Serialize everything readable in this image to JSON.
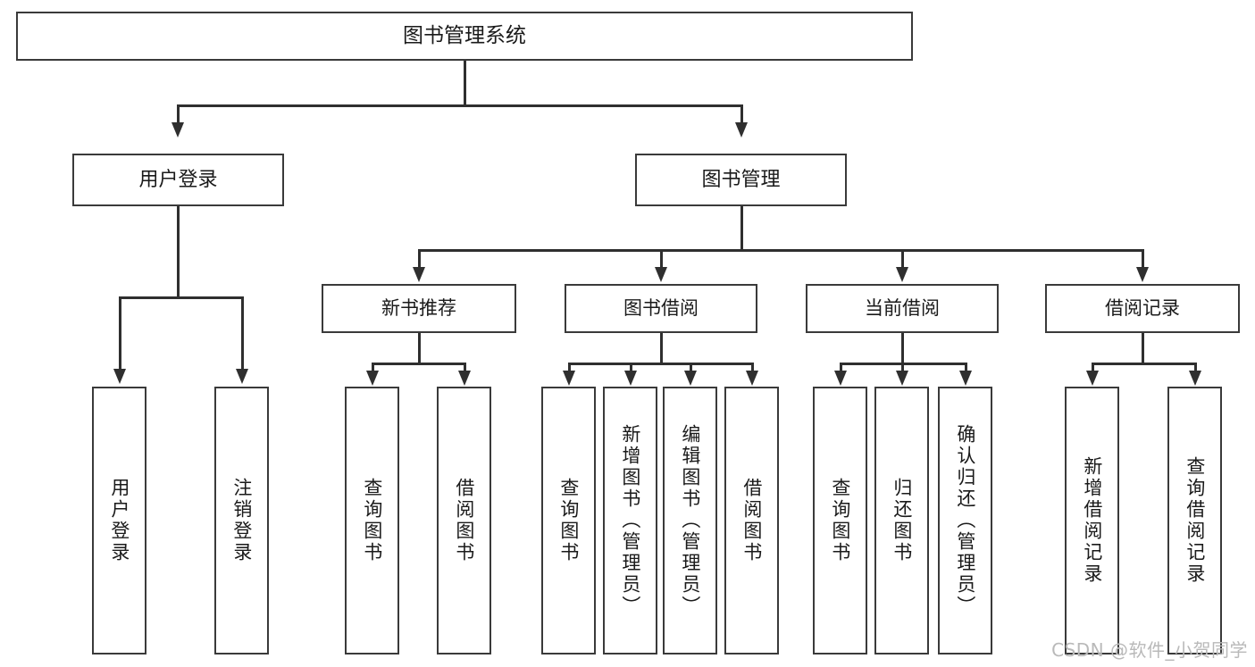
{
  "diagram": {
    "title": "图书管理系统",
    "type": "tree-hierarchy-chart",
    "root": {
      "label": "图书管理系统"
    },
    "level2": [
      {
        "label": "用户登录"
      },
      {
        "label": "图书管理"
      }
    ],
    "level3": [
      {
        "label": "新书推荐"
      },
      {
        "label": "图书借阅"
      },
      {
        "label": "当前借阅"
      },
      {
        "label": "借阅记录"
      }
    ],
    "leaves": {
      "user_login": [
        {
          "label": "用户登录"
        },
        {
          "label": "注销登录"
        }
      ],
      "new_book_recommend": [
        {
          "label": "查询图书"
        },
        {
          "label": "借阅图书"
        }
      ],
      "book_borrow": [
        {
          "label": "查询图书"
        },
        {
          "label": "新增图书（管理员）"
        },
        {
          "label": "编辑图书（管理员）"
        },
        {
          "label": "借阅图书"
        }
      ],
      "current_borrow": [
        {
          "label": "查询图书"
        },
        {
          "label": "归还图书"
        },
        {
          "label": "确认归还（管理员）"
        }
      ],
      "borrow_record": [
        {
          "label": "新增借阅记录"
        },
        {
          "label": "查询借阅记录"
        }
      ]
    }
  },
  "watermark": {
    "text": "CSDN @软件_小贺同学"
  },
  "colors": {
    "box_border": "#3a3a3a",
    "line": "#2f2f2f",
    "text": "#1a1a1a",
    "background": "#ffffff",
    "watermark": "#b9b9b9"
  }
}
